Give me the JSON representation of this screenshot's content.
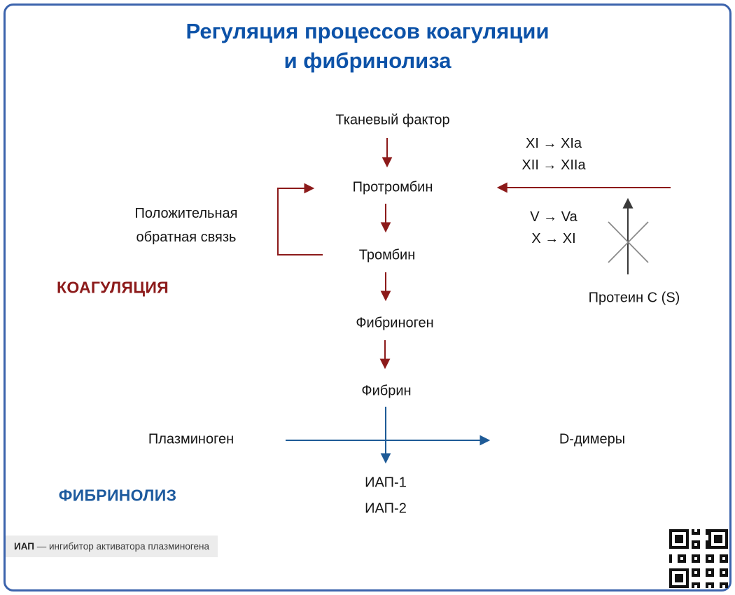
{
  "title": {
    "line1": "Регуляция процессов коагуляции",
    "line2": "и фибринолиза"
  },
  "diagram": {
    "nodes": {
      "tissue_factor": "Тканевый фактор",
      "prothrombin": "Протромбин",
      "thrombin": "Тромбин",
      "fibrinogen": "Фибриноген",
      "fibrin": "Фибрин",
      "iap_1": "ИАП-1",
      "iap_2": "ИАП-2",
      "plasminogen": "Плазминоген",
      "d_dimers": "D-димеры",
      "protein_c": "Протеин C (S)"
    },
    "feedback": {
      "line1": "Положительная",
      "line2": "обратная связь"
    },
    "sections": {
      "coagulation": "КОАГУЛЯЦИЯ",
      "fibrinolysis": "ФИБРИНОЛИЗ"
    },
    "factor_reactions": {
      "xi": "XI → XIa",
      "xii": "XII → XIIa",
      "v": "V → Va",
      "x": "X → XI"
    }
  },
  "footer": {
    "abbr": "ИАП",
    "note": " — ингибитор активатора плазминогена"
  },
  "icons": {
    "qr": "qr-code",
    "inhibition_cross": "inhibition-cross-icon"
  },
  "colors": {
    "title_blue": "#0c52a8",
    "border_blue": "#3b63ac",
    "coagulation_red": "#8c1a1a",
    "fibrinolysis_blue": "#1e5b97",
    "inhibition_gray": "#8a8a8a"
  }
}
